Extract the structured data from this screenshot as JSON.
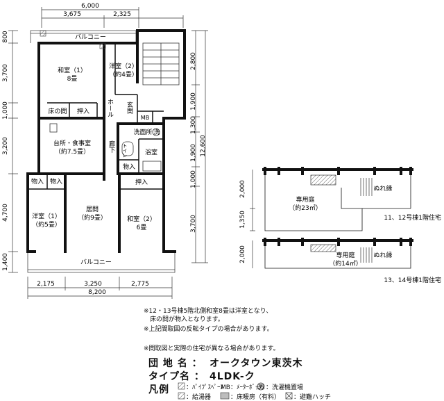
{
  "plan": {
    "dims_top": {
      "total": "6,000",
      "left": "3,675",
      "right": "2,325"
    },
    "dims_bottom": {
      "total": "8,200",
      "a": "2,175",
      "b": "3,250",
      "c": "2,775"
    },
    "dims_left": {
      "d1": "800",
      "d2": "3,700",
      "d3": "1,000",
      "d4": "3,200",
      "d5": "4,700",
      "d6": "1,400"
    },
    "dims_right": {
      "d1": "2,800",
      "d2": "1,900",
      "d3": "1,300",
      "d4": "1,900",
      "d5": "1,000",
      "d6": "3,700",
      "total": "12,600"
    },
    "rooms": {
      "balcony_top": "バルコニー",
      "washitsu1": "和室（1）",
      "washitsu1_size": "8畳",
      "youshitsu2": "洋室（2）",
      "youshitsu2_size": "（約4畳）",
      "toko": "床の間",
      "oshiire1": "押入",
      "hall": "ホール",
      "genkan": "玄関",
      "mb": "MB",
      "senmen": "洗面所",
      "sen": "洗",
      "kitchen": "台所・食事室",
      "kitchen_size": "（約7.5畳）",
      "rouka": "廊下",
      "toilet": "トイレ",
      "bath": "浴室",
      "monoire1": "物入",
      "monoire2": "物入",
      "monoire3": "物入",
      "oshiire2": "押入",
      "youshitsu1": "洋室（1）",
      "youshitsu1_size": "（約5畳）",
      "living": "居間",
      "living_size": "（約9畳）",
      "washitsu2": "和室（2）",
      "washitsu2_size": "6畳",
      "balcony_bottom": "バルコニー"
    }
  },
  "gardens": [
    {
      "dim1": "2,000",
      "dim2": "1,350",
      "label": "専用庭",
      "size": "（約23㎡）",
      "deck": "ぬれ縁",
      "caption": "11、12号棟1階住宅"
    },
    {
      "dim1": "2,000",
      "label": "専用庭",
      "size": "（約14㎡）",
      "deck": "ぬれ縁",
      "caption": "13、14号棟1階住宅"
    }
  ],
  "notes": [
    "※12・13号棟5階北側和室8畳は洋室となり、",
    "　床の間が物入となります。",
    "※上記間取図の反転タイプの場合があります。",
    "※間取図と実際の住宅が異なる場合があります。"
  ],
  "info": {
    "danchi_label": "団 地 名 ：",
    "danchi_value": "オークタウン東茨木",
    "type_label": "タイプ名 ：",
    "type_value": "4LDK-ク",
    "legend_label": "凡例"
  },
  "legend": {
    "ps": "：ﾊﾟｲﾌﾟｽﾍﾟｰｽ",
    "mb": "MB：ﾒｰﾀｰﾎﾞｯｸｽ",
    "wash_sym": "洗",
    "wash": "：洗濯機置場",
    "heater": "：給湯器",
    "floorheat": "：床暖房（有料）",
    "hatch": "：避難ハッチ"
  },
  "colors": {
    "wall": "#111111",
    "hatch": "#666666",
    "floorheat": "#bdbdbd"
  }
}
